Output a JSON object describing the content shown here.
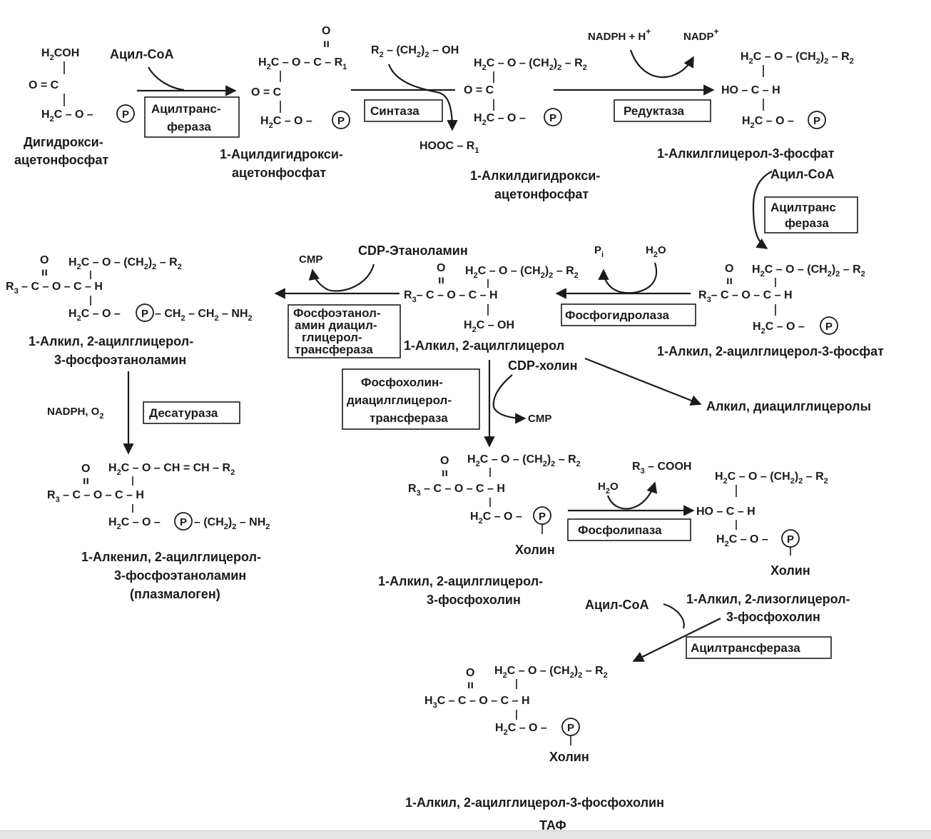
{
  "compounds": {
    "dhap": {
      "line1": "Дигидрокси-",
      "line2": "ацетонфосфат"
    },
    "acyl_dhap": {
      "line1": "1-Ацилдигидрокси-",
      "line2": "ацетонфосфат"
    },
    "alkyl_dhap": {
      "line1": "1-Алкилдигидрокси-",
      "line2": "ацетонфосфат"
    },
    "alkylglycerol_3p": "1-Алкилглицерол-3-фосфат",
    "alkyl_acyl_glycerol_3p": "1-Алкил, 2-ацилглицерол-3-фосфат",
    "alkyl_acyl_glycerol": "1-Алкил, 2-ацилглицерол",
    "alkyl_acyl_pe": {
      "line1": "1-Алкил, 2-ацилглицерол-",
      "line2": "3-фосфоэтаноламин"
    },
    "plasmalogen": {
      "line1": "1-Алкенил, 2-ацилглицерол-",
      "line2": "3-фосфоэтаноламин",
      "line3": "(плазмалоген)"
    },
    "alkyl_acyl_pc": {
      "line1": "1-Алкил, 2-ацилглицерол-",
      "line2": "3-фосфохолин"
    },
    "lyso_pc": {
      "line1": "1-Алкил, 2-лизоглицерол-",
      "line2": "3-фосфохолин"
    },
    "paf": {
      "line1": "1-Алкил, 2-ацилглицерол-3-фосфохолин",
      "line2": "ТАФ"
    },
    "alkyl_diacylglycerols": "Алкил, диацилглицеролы"
  },
  "enzymes": {
    "acyltransferase_1": {
      "line1": "Ацилтранс-",
      "line2": "фераза"
    },
    "synthase": "Синтаза",
    "reductase": "Редуктаза",
    "acyltransferase_2": {
      "line1": "Ацилтранс",
      "line2": "фераза"
    },
    "phosphohydrolase": "Фосфогидролаза",
    "phosphoethanolamine_transferase": {
      "line1": "Фосфоэтанол-",
      "line2": "амин диацил-",
      "line3": "глицерол-",
      "line4": "трансфераза"
    },
    "phosphocholine_transferase": {
      "line1": "Фосфохолин-",
      "line2": "диацилглицерол-",
      "line3": "трансфераза"
    },
    "desaturase": "Десатураза",
    "phospholipase": "Фосфолипаза",
    "acyltransferase_3": "Ацилтрансфераза"
  },
  "cofactors": {
    "acyl_coa": "Ацил-CoA",
    "nadph_h": "NADPH + H",
    "plus": "+",
    "nadp": "NADP",
    "cdp_ethanolamine": "CDP-Этаноламин",
    "cmp": "CMP",
    "pi": "P",
    "pi_sub": "i",
    "h2o": "H",
    "cdp_choline": "CDP-холин",
    "nadph_o2": "NADPH, O",
    "choline": "Холин",
    "r3cooh": "COOH"
  },
  "symbols": {
    "phosphate": "P"
  }
}
